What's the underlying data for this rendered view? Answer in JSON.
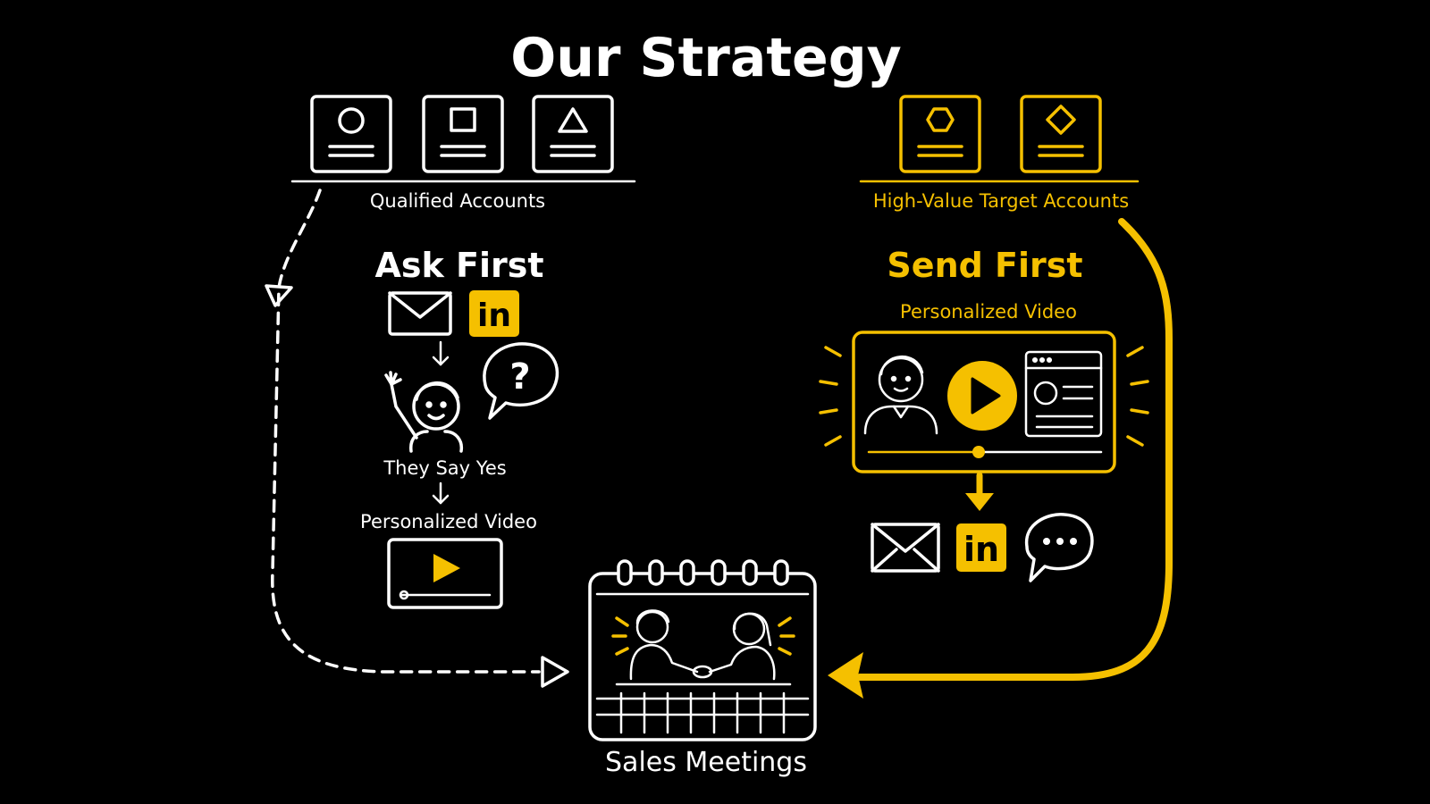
{
  "title": "Our Strategy",
  "colors": {
    "background": "#000000",
    "ink": "#ffffff",
    "accent": "#f5c000"
  },
  "left_track": {
    "accounts_label": "Qualified Accounts",
    "account_card_icons": [
      "circle-icon",
      "square-icon",
      "triangle-icon"
    ],
    "heading": "Ask First",
    "channel_icons": [
      "envelope-icon",
      "linkedin-icon"
    ],
    "linkedin_text": "in",
    "question_glyph": "?",
    "step_yes": "They Say Yes",
    "step_video": "Personalized Video"
  },
  "right_track": {
    "accounts_label": "High-Value Target Accounts",
    "account_card_icons": [
      "hexagon-icon",
      "diamond-icon"
    ],
    "heading": "Send First",
    "subheading": "Personalized Video",
    "channel_icons": [
      "envelope-icon",
      "linkedin-icon",
      "chat-bubble-icon"
    ],
    "linkedin_text": "in"
  },
  "outcome": {
    "label": "Sales Meetings",
    "icon": "calendar-handshake-icon"
  }
}
